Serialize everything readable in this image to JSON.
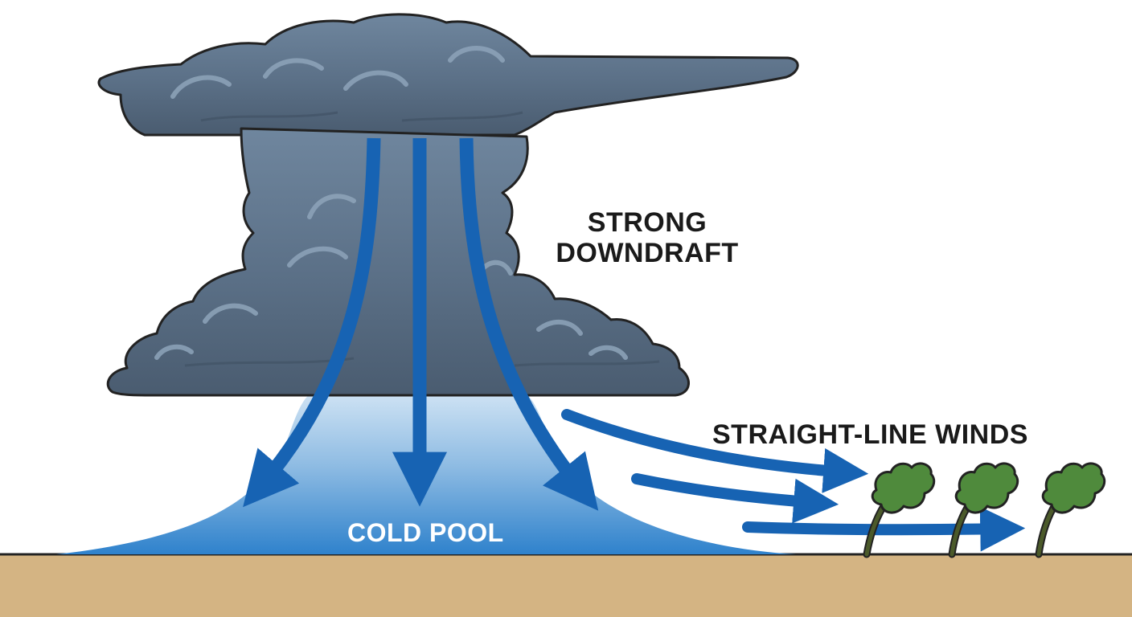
{
  "labels": {
    "downdraft_line1": "STRONG",
    "downdraft_line2": "DOWNDRAFT",
    "straight_line_winds": "STRAIGHT-LINE WINDS",
    "cold_pool": "COLD POOL"
  },
  "colors": {
    "cloud_dark": "#4e6176",
    "cloud_mid": "#6d849c",
    "cloud_light": "#8ea4ba",
    "arrow_blue": "#1763b3",
    "cold_pool_light": "#a9cbe8",
    "cold_pool_dark": "#3b8bd0",
    "ground": "#d4b483",
    "tree_foliage": "#4f8a3c",
    "tree_trunk": "#4b5a2a"
  }
}
